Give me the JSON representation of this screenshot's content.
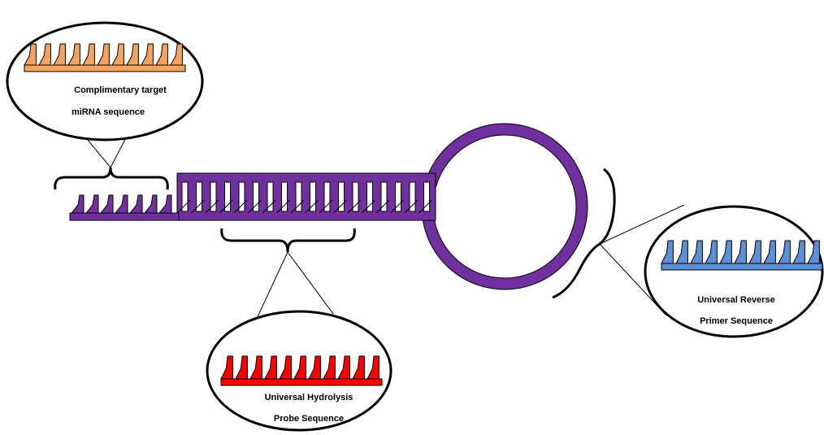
{
  "colors": {
    "stem": "#7030a0",
    "target": "#f4a460",
    "probe": "#ff0000",
    "primer": "#5b8fd6",
    "outline": "#000000"
  },
  "callouts": {
    "target": {
      "line1": "Complimentary target",
      "line2": "miRNA sequence"
    },
    "probe": {
      "line1": "Universal Hydrolysis",
      "line2": "Probe Sequence"
    },
    "primer": {
      "line1": "Universal Reverse",
      "line2": "Primer Sequence"
    }
  }
}
